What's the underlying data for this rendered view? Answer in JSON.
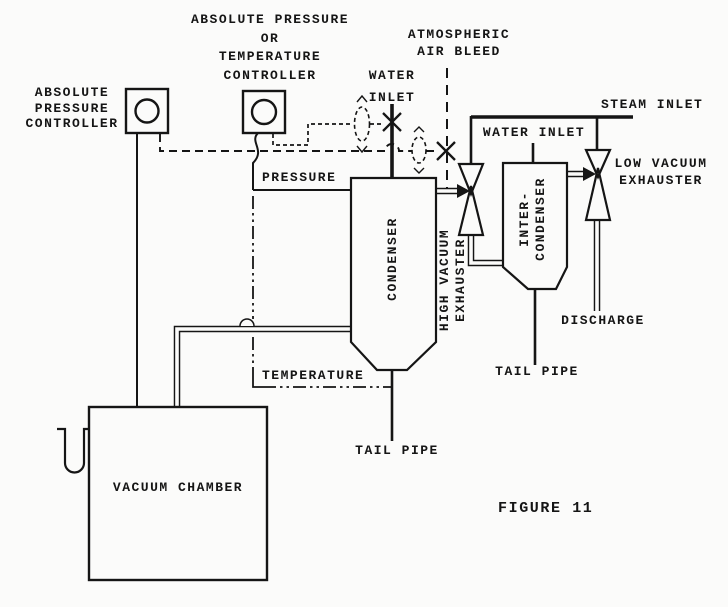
{
  "figure": {
    "caption": "FIGURE 11"
  },
  "labels": {
    "absolute_pressure_controller": "ABSOLUTE\nPRESSURE\nCONTROLLER",
    "abs_press_or_temp_controller": "ABSOLUTE PRESSURE\nOR\nTEMPERATURE\nCONTROLLER",
    "atmospheric_air_bleed": "ATMOSPHERIC\nAIR BLEED",
    "water_inlet_condenser": "WATER\nINLET",
    "steam_inlet": "STEAM INLET",
    "water_inlet_intercondenser": "WATER INLET",
    "low_vacuum_exhauster": "LOW VACUUM\nEXHAUSTER",
    "pressure_line": "PRESSURE",
    "condenser": "CONDENSER",
    "high_vacuum_exhauster": "HIGH VACUUM\nEXHAUSTER",
    "inter_condenser": "INTER-\nCONDENSER",
    "discharge": "DISCHARGE",
    "temperature_line": "TEMPERATURE",
    "tail_pipe_condenser": "TAIL PIPE",
    "tail_pipe_intercondenser": "TAIL PIPE",
    "vacuum_chamber": "VACUUM CHAMBER"
  },
  "colors": {
    "ink": "#151515",
    "paper": "#fbfbfa"
  }
}
